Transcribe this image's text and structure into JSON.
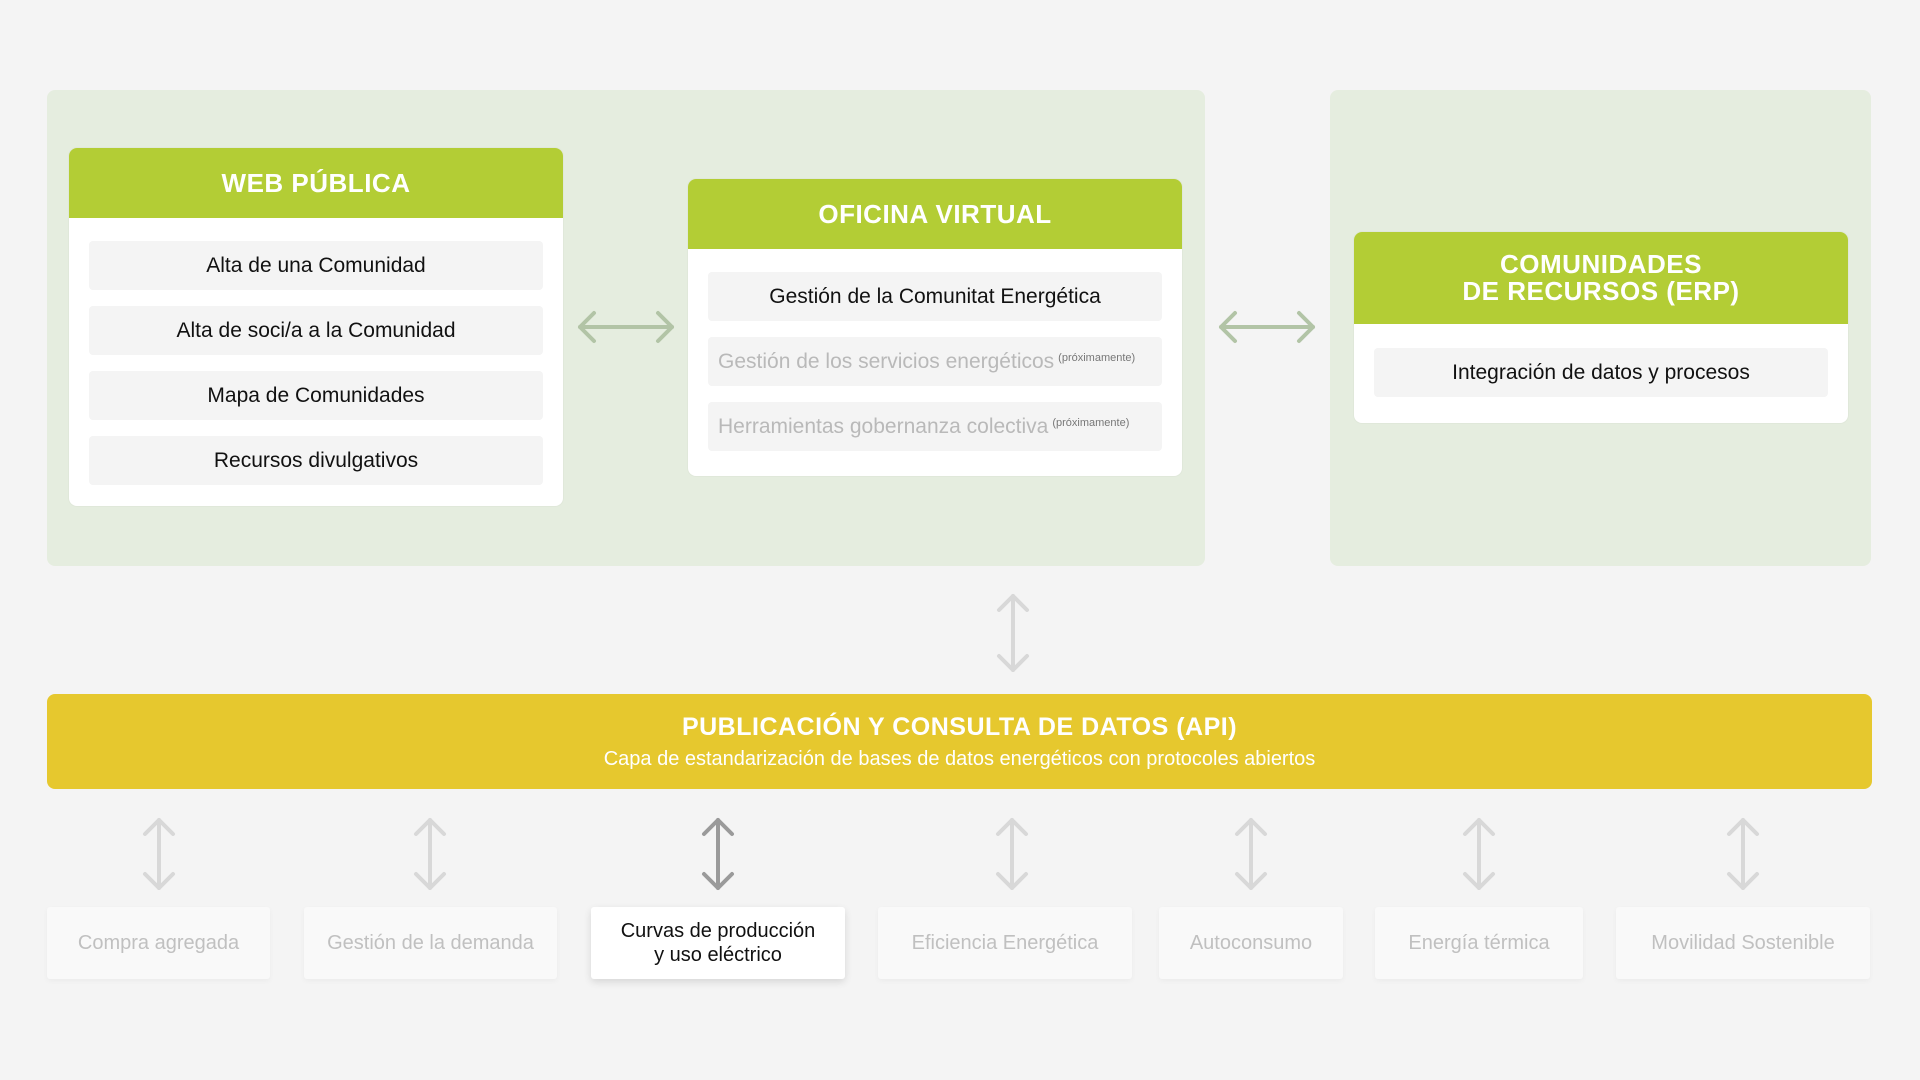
{
  "web_publica": {
    "title": "WEB PÚBLICA",
    "items": [
      "Alta de una Comunidad",
      "Alta de soci/a a la Comunidad",
      "Mapa de Comunidades",
      "Recursos divulgativos"
    ]
  },
  "oficina_virtual": {
    "title": "OFICINA VIRTUAL",
    "items": [
      {
        "label": "Gestión de la Comunitat Energética",
        "note": ""
      },
      {
        "label": "Gestión de los servicios energéticos",
        "note": "(próximamente)"
      },
      {
        "label": "Herramientas gobernanza colectiva",
        "note": "(próximamente)"
      }
    ]
  },
  "comunidades_erp": {
    "title_line1": "COMUNIDADES",
    "title_line2": "DE RECURSOS (ERP)",
    "items": [
      "Integración de datos y procesos"
    ]
  },
  "api": {
    "title": "PUBLICACIÓN Y CONSULTA DE DATOS (API)",
    "subtitle": "Capa de estandarización de bases de datos energéticos con protocoles abiertos"
  },
  "modules": [
    {
      "label": "Compra agregada"
    },
    {
      "label": "Gestión de la demanda"
    },
    {
      "label_line1": "Curvas de producción",
      "label_line2": "y uso eléctrico"
    },
    {
      "label": "Eficiencia Energética"
    },
    {
      "label": "Autoconsumo"
    },
    {
      "label": "Energía térmica"
    },
    {
      "label": "Movilidad Sostenible"
    }
  ],
  "colors": {
    "accent_green": "#b3cd35",
    "api_yellow": "#e6c82e",
    "zone_green": "#e5eddf",
    "arrow_green": "#b2c4a6",
    "arrow_grey": "#d8d8d8",
    "arrow_dark": "#9a9a9a"
  }
}
